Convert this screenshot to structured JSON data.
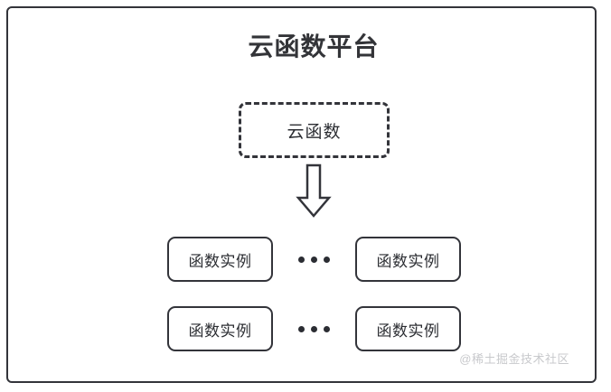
{
  "diagram": {
    "title": "云函数平台",
    "cloud_function": {
      "label": "云函数",
      "style": "dashed-rounded-rect"
    },
    "arrow": {
      "name": "down-arrow",
      "direction": "down",
      "style": "hollow-block-arrow"
    },
    "instance_rows": [
      {
        "left_instance": "函数实例",
        "ellipsis": "•••",
        "right_instance": "函数实例"
      },
      {
        "left_instance": "函数实例",
        "ellipsis": "•••",
        "right_instance": "函数实例"
      }
    ],
    "watermark": "@稀土掘金技术社区",
    "colors": {
      "stroke": "#33343a",
      "text": "#2c2e33",
      "title": "#333438",
      "watermark": "#c8c9cc",
      "background": "#ffffff"
    }
  }
}
